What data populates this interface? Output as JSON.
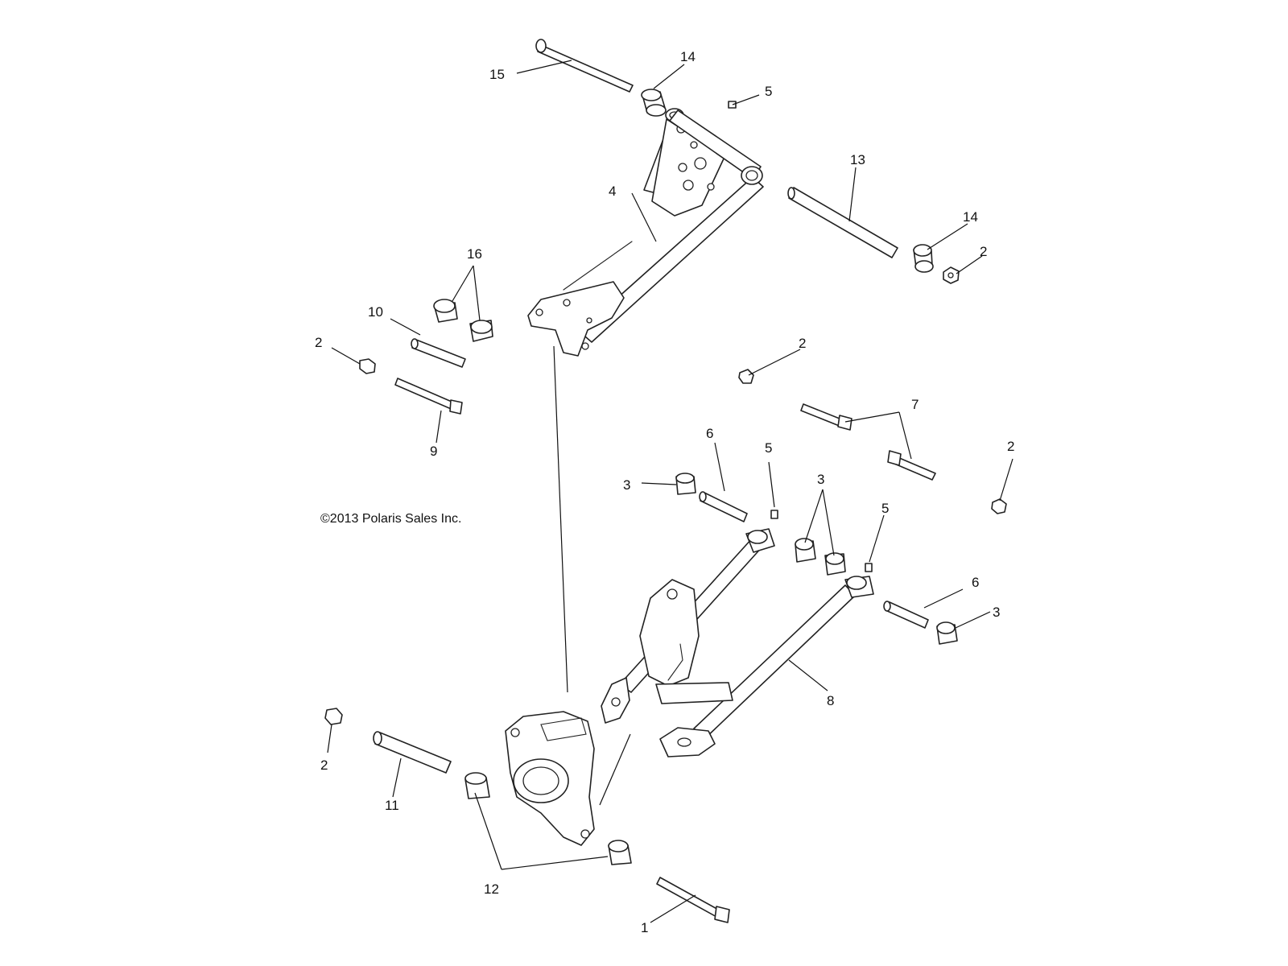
{
  "copyright": "©2013 Polaris Sales Inc.",
  "callouts": {
    "c1": "1",
    "c2": "2",
    "c3": "3",
    "c4": "4",
    "c5": "5",
    "c6": "6",
    "c7": "7",
    "c8": "8",
    "c9": "9",
    "c10": "10",
    "c11": "11",
    "c12": "12",
    "c13": "13",
    "c14": "14",
    "c15": "15",
    "c16": "16"
  },
  "parts": [
    {
      "ref": "1",
      "name": "bolt"
    },
    {
      "ref": "2",
      "name": "nut"
    },
    {
      "ref": "3",
      "name": "bushing"
    },
    {
      "ref": "4",
      "name": "upper-control-arm"
    },
    {
      "ref": "5",
      "name": "grease-fitting"
    },
    {
      "ref": "6",
      "name": "sleeve"
    },
    {
      "ref": "7",
      "name": "bolt"
    },
    {
      "ref": "8",
      "name": "lower-control-arm"
    },
    {
      "ref": "9",
      "name": "bolt"
    },
    {
      "ref": "10",
      "name": "sleeve"
    },
    {
      "ref": "11",
      "name": "sleeve"
    },
    {
      "ref": "12",
      "name": "bushing"
    },
    {
      "ref": "13",
      "name": "sleeve"
    },
    {
      "ref": "14",
      "name": "bushing"
    },
    {
      "ref": "15",
      "name": "bolt"
    },
    {
      "ref": "16",
      "name": "bushing"
    }
  ],
  "colors": {
    "line": "#222222",
    "background": "#ffffff"
  }
}
